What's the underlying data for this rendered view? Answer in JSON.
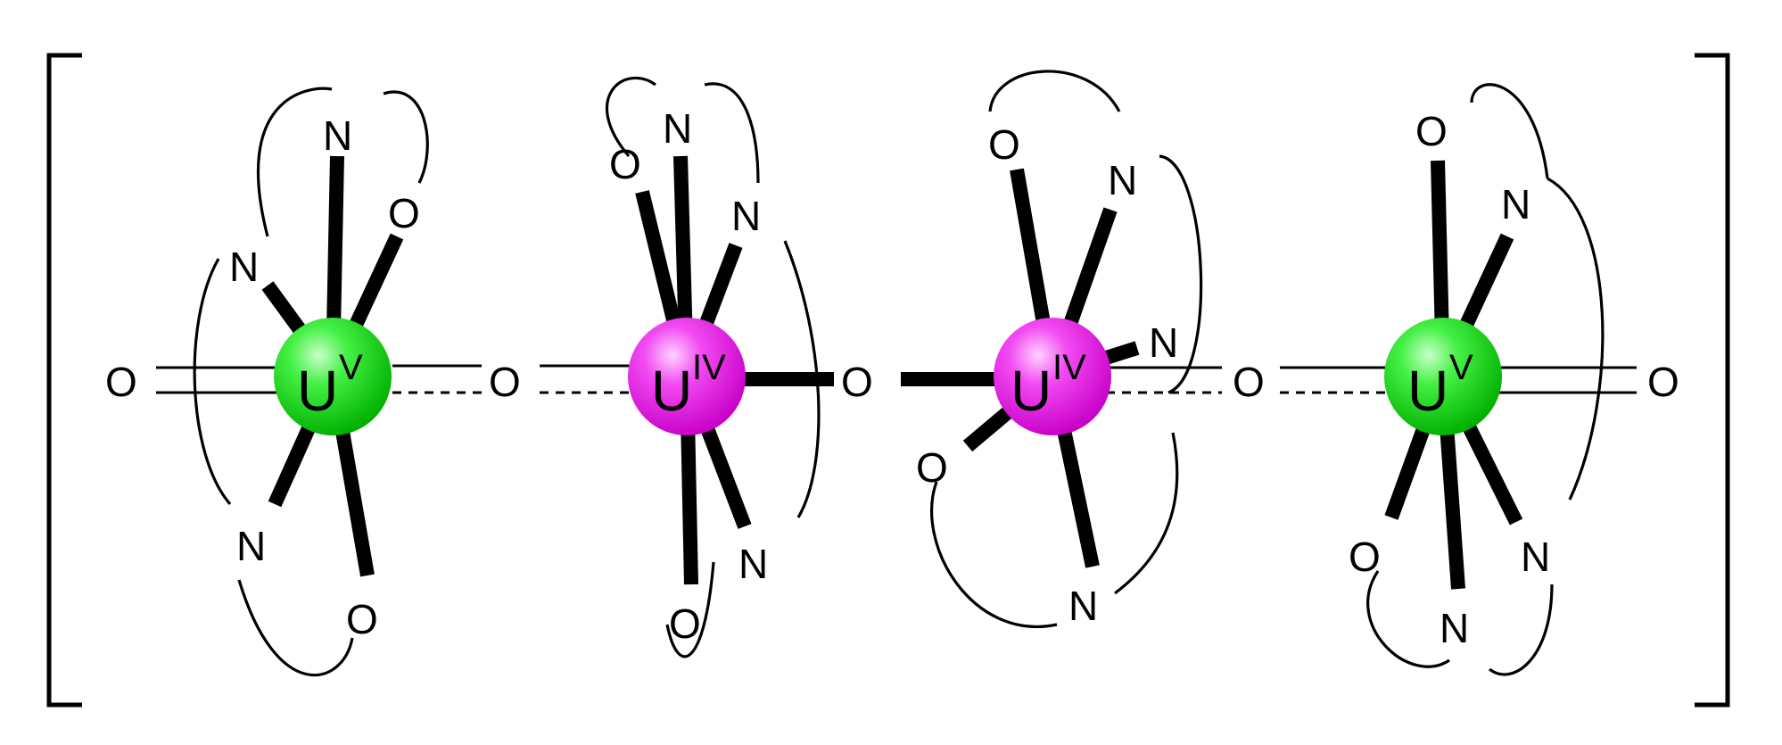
{
  "diagram": {
    "colors": {
      "u5_fill": "#22ee22",
      "u5_edge": "#00b000",
      "u4_fill": "#f24bf2",
      "u4_edge": "#c800c8",
      "line": "#000000",
      "background": "#ffffff"
    },
    "centers": [
      {
        "element": "U",
        "oxidation": "V"
      },
      {
        "element": "U",
        "oxidation": "IV"
      },
      {
        "element": "U",
        "oxidation": "IV"
      },
      {
        "element": "U",
        "oxidation": "V"
      }
    ],
    "bridges": [
      {
        "label": "O"
      },
      {
        "label": "O"
      },
      {
        "label": "O"
      }
    ],
    "terminal_oxo": [
      {
        "label": "O"
      },
      {
        "label": "O"
      }
    ],
    "ligand_atoms": {
      "center_1": [
        "N",
        "O",
        "N",
        "N",
        "O"
      ],
      "center_2": [
        "O",
        "N",
        "N",
        "O",
        "N"
      ],
      "center_3": [
        "O",
        "N",
        "N",
        "O",
        "N"
      ],
      "center_4": [
        "O",
        "N",
        "O",
        "N",
        "N"
      ]
    }
  }
}
